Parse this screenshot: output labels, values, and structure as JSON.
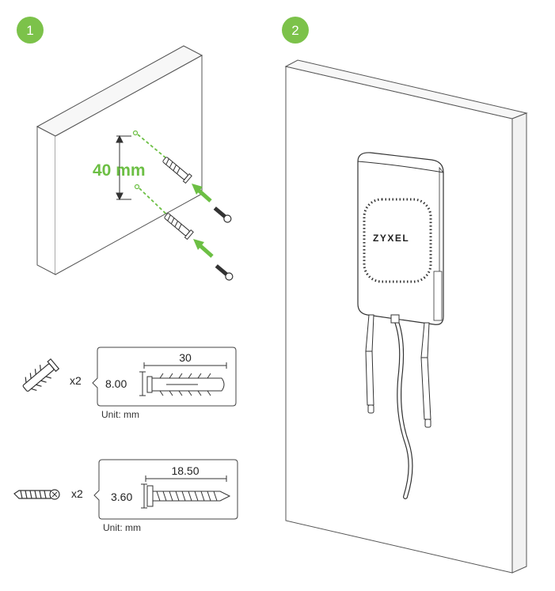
{
  "steps": {
    "step1": {
      "number": "1"
    },
    "step2": {
      "number": "2"
    }
  },
  "step1": {
    "spacing_label": "40 mm"
  },
  "parts": {
    "anchor": {
      "quantity": "x2",
      "length": "30",
      "diameter": "8.00",
      "unit": "Unit: mm"
    },
    "screw": {
      "quantity": "x2",
      "length": "18.50",
      "diameter": "3.60",
      "unit": "Unit: mm"
    }
  },
  "device": {
    "brand_logo": "ZYXEL"
  },
  "colors": {
    "accent_green": "#6cbf44",
    "badge_green": "#7cc24a",
    "outline": "#444444",
    "light_gray": "#e9e9e9"
  }
}
